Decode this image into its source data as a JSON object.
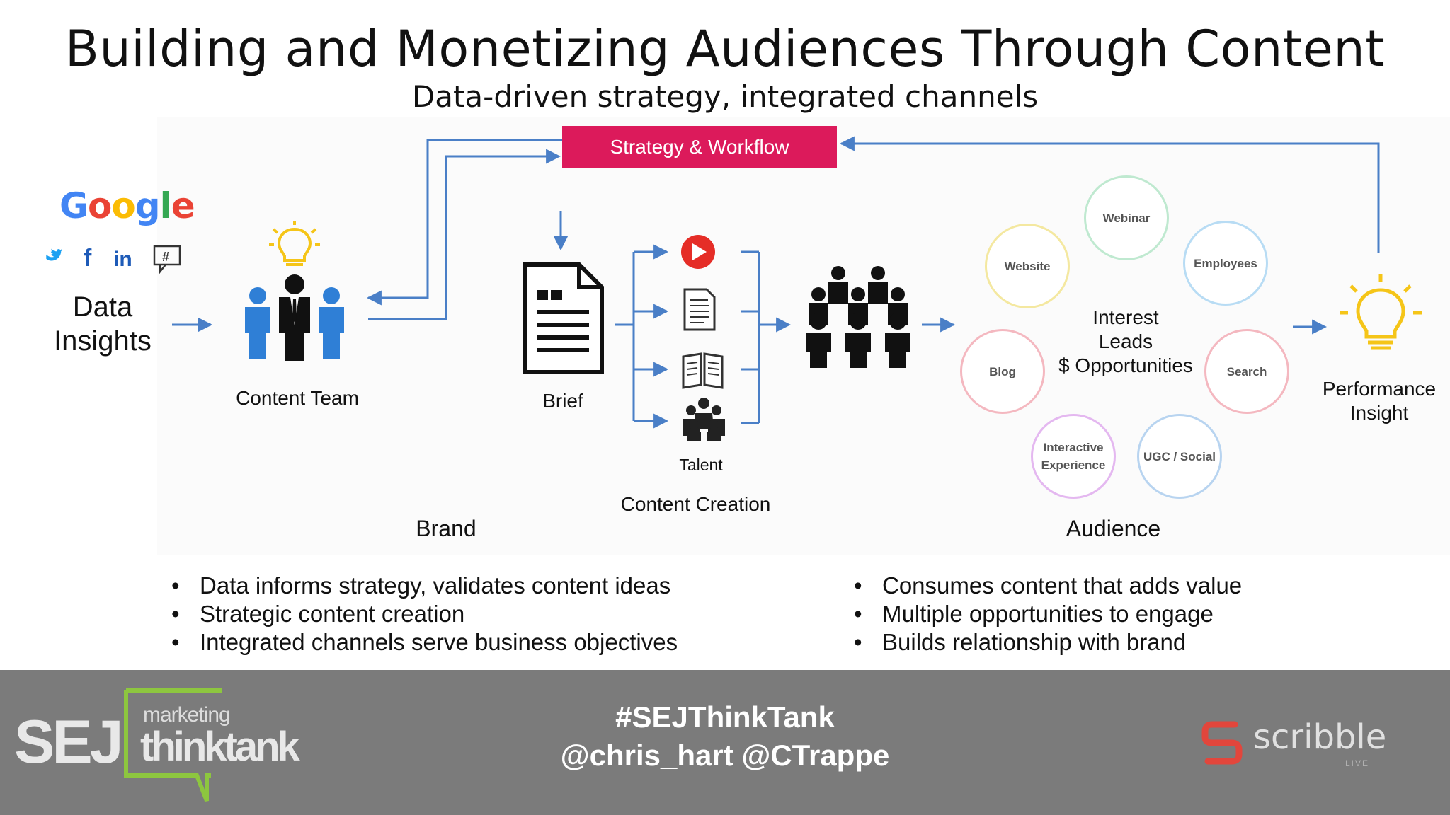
{
  "header": {
    "title": "Building and Monetizing Audiences Through Content",
    "subtitle": "Data-driven strategy, integrated channels"
  },
  "diagram": {
    "strategy_box": "Strategy & Workflow",
    "google_logo": "Google",
    "data_insights": "Data Insights",
    "content_team": "Content Team",
    "brief": "Brief",
    "talent": "Talent",
    "content_creation": "Content Creation",
    "brand": "Brand",
    "audience": "Audience",
    "center_text": [
      "Interest",
      "Leads",
      "$ Opportunities"
    ],
    "channels": [
      "Webinar",
      "Website",
      "Employees",
      "Blog",
      "Search",
      "Interactive Experience",
      "UGC / Social"
    ],
    "performance_insight": "Performance Insight",
    "social_icons": [
      "twitter-icon",
      "facebook-icon",
      "linkedin-icon",
      "hashtag-chat-icon"
    ],
    "colors": {
      "accent": "#dc1a5b",
      "arrow": "#4a7fc7",
      "bulb": "#f5c518",
      "person_blue": "#2f7fd6"
    }
  },
  "bullets_left": [
    "Data informs strategy, validates content ideas",
    "Strategic content creation",
    "Integrated channels serve business objectives"
  ],
  "bullets_right": [
    "Consumes content that adds value",
    "Multiple opportunities to engage",
    "Builds relationship with brand"
  ],
  "footer": {
    "hashtag": "#SEJThinkTank",
    "handles": "@chris_hart @CTrappe",
    "sej_logo": "SEJ",
    "thinktank_small": "marketing",
    "thinktank_big": "thinktank",
    "scribble_logo": "scribble",
    "scribble_sub": "LIVE"
  }
}
